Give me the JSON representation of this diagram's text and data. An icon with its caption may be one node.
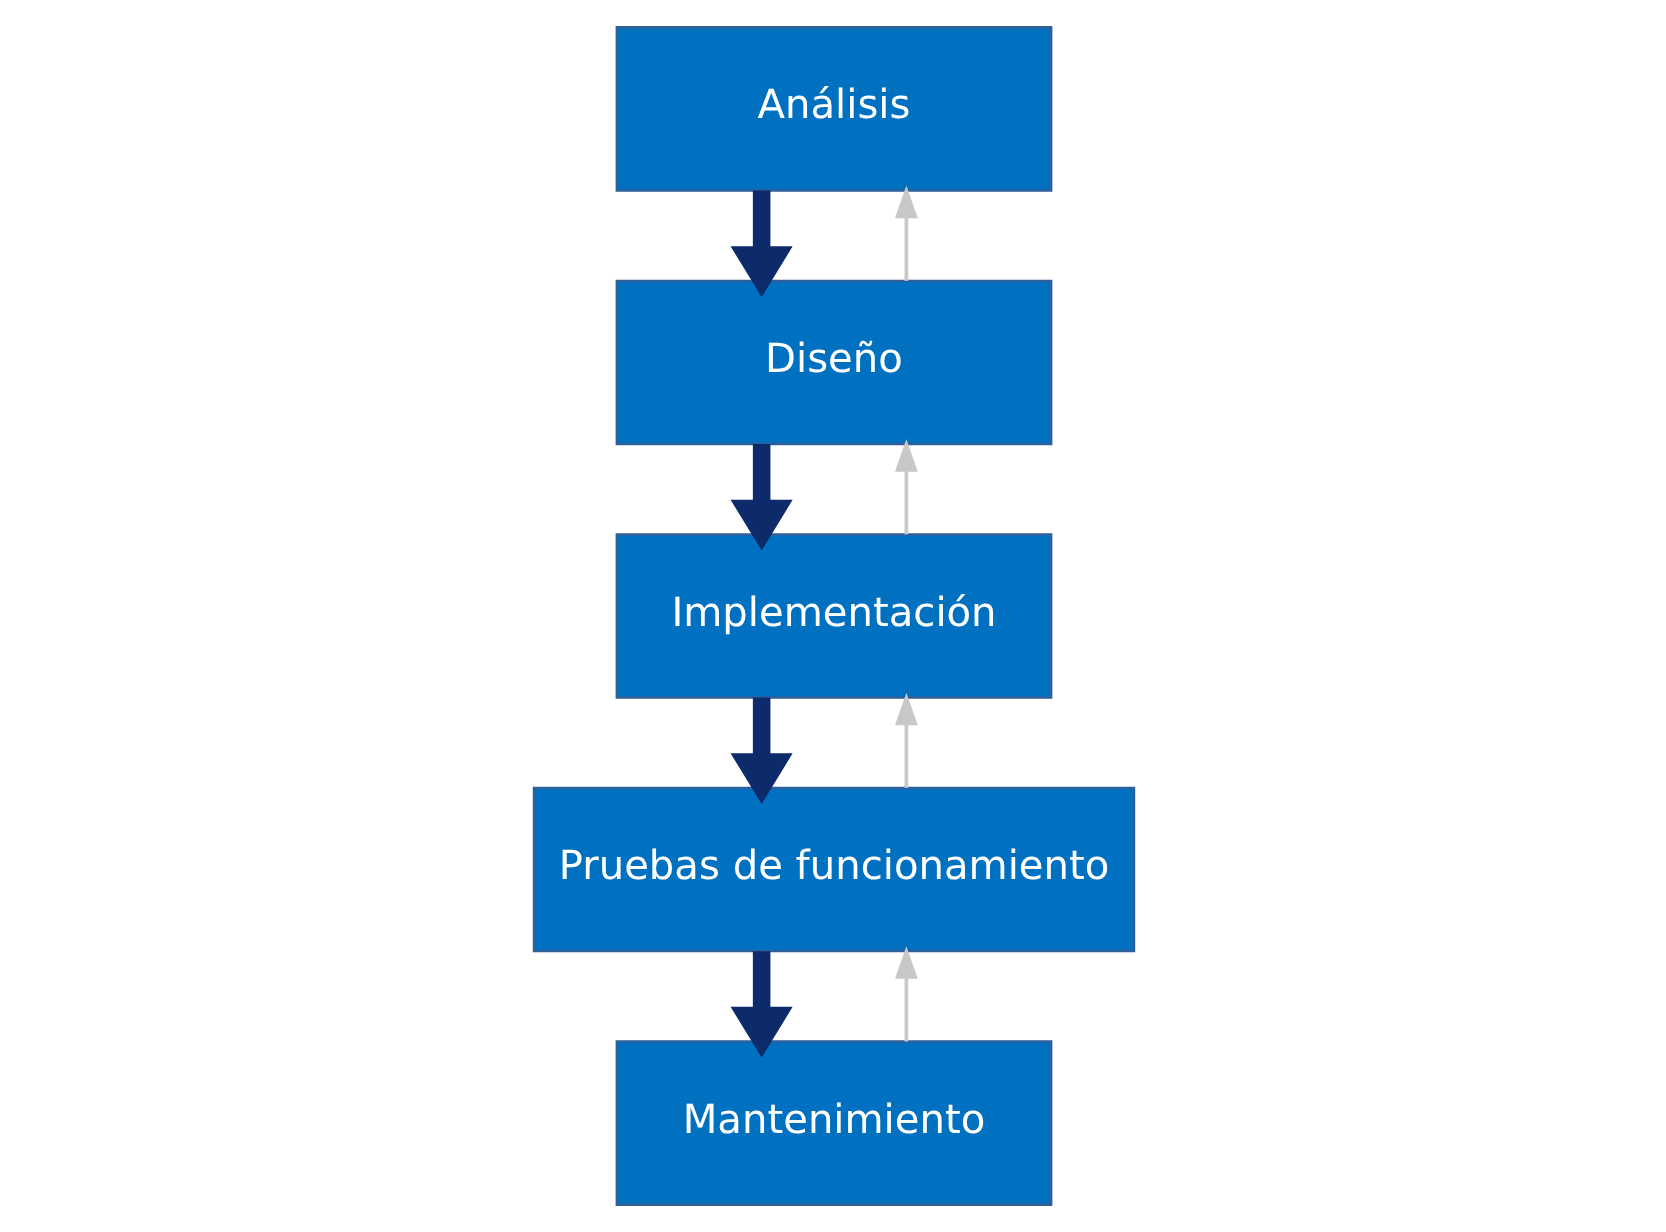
{
  "diagram": {
    "nodes": [
      {
        "text": [
          "Análisis"
        ]
      },
      {
        "text": [
          "Diseño"
        ]
      },
      {
        "text": [
          "Implementación"
        ]
      },
      {
        "text": [
          "Pruebas de funcionamiento"
        ]
      },
      {
        "text": [
          "Mantenimiento"
        ]
      }
    ],
    "edges": [
      {
        "from": 0,
        "to": 1,
        "arrow": "to",
        "style": "thick"
      },
      {
        "from": 1,
        "to": 0,
        "arrow": "to",
        "color": "#c8c8c8"
      },
      {
        "from": 1,
        "to": 2,
        "arrow": "to",
        "style": "thick"
      },
      {
        "from": 2,
        "to": 1,
        "arrow": "to",
        "color": "#c8c8c8"
      },
      {
        "from": 2,
        "to": 3,
        "arrow": "to",
        "style": "thick"
      },
      {
        "from": 3,
        "to": 2,
        "arrow": "to",
        "color": "#c8c8c8"
      },
      {
        "from": 3,
        "to": 4,
        "arrow": "to",
        "style": "thick"
      },
      {
        "from": 4,
        "to": 3,
        "arrow": "to",
        "color": "#c8c8c8"
      }
    ]
  }
}
